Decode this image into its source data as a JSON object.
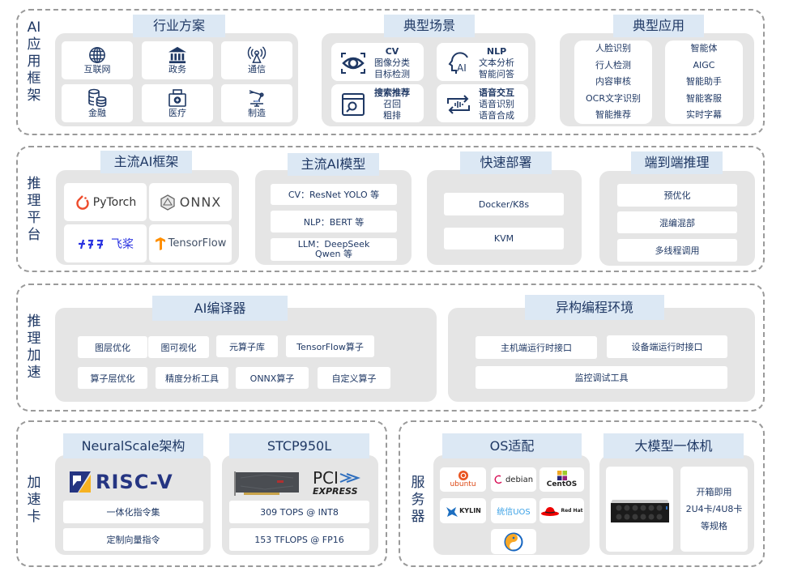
{
  "layers": [
    {
      "label": "AI应用框架"
    },
    {
      "label": "推理平台"
    },
    {
      "label": "推理加速"
    },
    {
      "label": "加速卡"
    },
    {
      "label": "服务器"
    }
  ],
  "app": {
    "industry": {
      "title": "行业方案",
      "items": [
        {
          "label": "互联网",
          "icon": "globe-icon"
        },
        {
          "label": "政务",
          "icon": "government-building-icon"
        },
        {
          "label": "通信",
          "icon": "antenna-icon"
        },
        {
          "label": "金融",
          "icon": "coins-icon"
        },
        {
          "label": "医疗",
          "icon": "medical-kit-icon"
        },
        {
          "label": "制造",
          "icon": "robot-arm-icon"
        }
      ]
    },
    "scenarios": {
      "title": "典型场景",
      "items": [
        {
          "title": "CV",
          "lines": [
            "图像分类",
            "目标检测"
          ],
          "icon": "eye-icon"
        },
        {
          "title": "NLP",
          "lines": [
            "文本分析",
            "智能问答"
          ],
          "icon": "ai-head-icon"
        },
        {
          "title": "搜索推荐",
          "lines": [
            "召回",
            "粗排"
          ],
          "icon": "search-window-icon"
        },
        {
          "title": "语音交互",
          "lines": [
            "语音识别",
            "语音合成"
          ],
          "icon": "voice-exchange-icon"
        }
      ]
    },
    "applications": {
      "title": "典型应用",
      "left": [
        "人脸识别",
        "行人检测",
        "内容审核",
        "OCR文字识别",
        "智能推荐"
      ],
      "right": [
        "智能体",
        "AIGC",
        "智能助手",
        "智能客服",
        "实时字幕"
      ]
    }
  },
  "platform": {
    "frameworks": {
      "title": "主流AI框架",
      "items": [
        "PyTorch",
        "ONNX",
        "飞桨",
        "TensorFlow"
      ]
    },
    "models": {
      "title": "主流AI模型",
      "items": [
        "CV：ResNet YOLO 等",
        "NLP：BERT 等",
        "LLM：DeepSeek Qwen 等"
      ]
    },
    "deploy": {
      "title": "快速部署",
      "items": [
        "Docker/K8s",
        "KVM"
      ]
    },
    "e2e": {
      "title": "端到端推理",
      "items": [
        "预优化",
        "混编混部",
        "多线程调用"
      ]
    }
  },
  "accel": {
    "compiler": {
      "title": "AI编译器",
      "row1": [
        "图层优化",
        "图可视化",
        "元算子库",
        "TensorFlow算子"
      ],
      "row2": [
        "算子层优化",
        "精度分析工具",
        "ONNX算子",
        "自定义算子"
      ]
    },
    "hetero": {
      "title": "异构编程环境",
      "items": [
        "主机端运行时接口",
        "设备端运行时接口",
        "监控调试工具"
      ]
    }
  },
  "card": {
    "arch": {
      "title": "NeuralScale架构",
      "logo": "RISC-V",
      "items": [
        "一体化指令集",
        "定制向量指令"
      ]
    },
    "stcp": {
      "title": "STCP950L",
      "logo_top": "PCI",
      "logo_bottom": "EXPRESS",
      "items": [
        "309 TOPS @ INT8",
        "153 TFLOPS @ FP16"
      ]
    }
  },
  "server": {
    "os": {
      "title": "OS适配",
      "items": [
        "ubuntu",
        "debian",
        "CentOS",
        "KYLIN",
        "统信UOS",
        "Red Hat",
        "openEuler"
      ]
    },
    "aio": {
      "title": "大模型一体机",
      "lines": [
        "开箱即用",
        "2U4卡/4U8卡",
        "等规格"
      ]
    }
  },
  "colors": {
    "text": "#1f3864",
    "title_bg": "#dce8f4",
    "panel_bg": "#e5e5e5",
    "dash": "#9a9a9a",
    "riscv_blue": "#253582",
    "riscv_yellow": "#f6b221"
  }
}
